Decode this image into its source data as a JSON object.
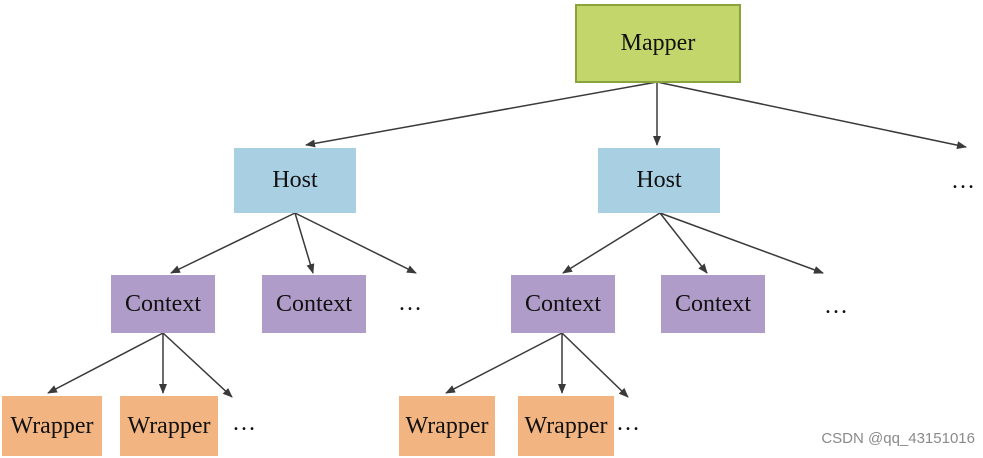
{
  "diagram": {
    "mapper": {
      "label": "Mapper"
    },
    "hosts": [
      {
        "label": "Host"
      },
      {
        "label": "Host"
      }
    ],
    "contexts": [
      {
        "label": "Context"
      },
      {
        "label": "Context"
      },
      {
        "label": "Context"
      },
      {
        "label": "Context"
      }
    ],
    "wrappers": [
      {
        "label": "Wrapper"
      },
      {
        "label": "Wrapper"
      },
      {
        "label": "Wrapper"
      },
      {
        "label": "Wrapper"
      }
    ],
    "ellipsis": "…",
    "colors": {
      "mapper_fill": "#c3d66b",
      "mapper_border": "#8aa33b",
      "host_fill": "#a9cfe3",
      "context_fill": "#b09cc8",
      "wrapper_fill": "#f2b582",
      "arrow": "#3a3a3a"
    }
  },
  "watermark": "CSDN @qq_43151016"
}
